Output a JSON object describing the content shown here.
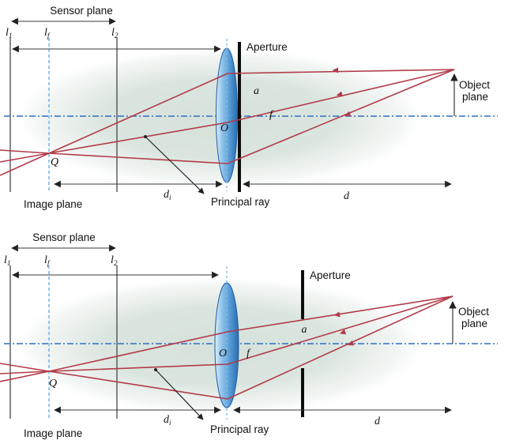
{
  "colors": {
    "ray_red": "#b23b49",
    "axis_blue": "#2e6fc4",
    "lens_outline": "#1f5fa3",
    "lens_fill": "#5a9fd4",
    "background_blob": "#d9e4de",
    "structure_gray": "#3a3a3a"
  },
  "top": {
    "sensor_plane": "Sensor plane",
    "l1_base": "l",
    "l1_sub": "1",
    "lf_base": "l",
    "lf_sub": "f",
    "l2_base": "l",
    "l2_sub": "2",
    "aperture": "Aperture",
    "aperture_radius": "a",
    "lens_center": "O",
    "focal_length": "f",
    "object_plane_1": "Object",
    "object_plane_2": "plane",
    "q_point": "Q",
    "image_plane": "Image plane",
    "di_base": "d",
    "di_sub": "i",
    "d_label": "d",
    "principal_ray": "Principal ray"
  },
  "bottom": {
    "sensor_plane": "Sensor plane",
    "l1_base": "l",
    "l1_sub": "1",
    "lf_base": "l",
    "lf_sub": "f",
    "l2_base": "l",
    "l2_sub": "2",
    "aperture": "Aperture",
    "aperture_radius": "a",
    "lens_center": "O",
    "focal_length": "f",
    "object_plane_1": "Object",
    "object_plane_2": "plane",
    "q_point": "Q",
    "image_plane": "Image plane",
    "di_base": "d",
    "di_sub": "i",
    "d_label": "d",
    "principal_ray": "Principal ray"
  }
}
